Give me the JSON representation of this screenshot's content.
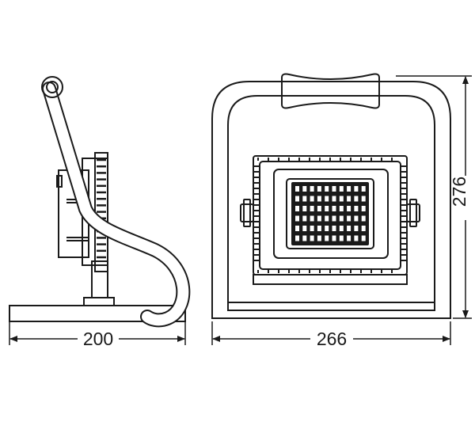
{
  "drawing": {
    "stroke_color": "#1a1a1a",
    "background_color": "#ffffff",
    "dimensions": {
      "side_width": "200",
      "front_width": "266",
      "front_height": "276"
    }
  }
}
